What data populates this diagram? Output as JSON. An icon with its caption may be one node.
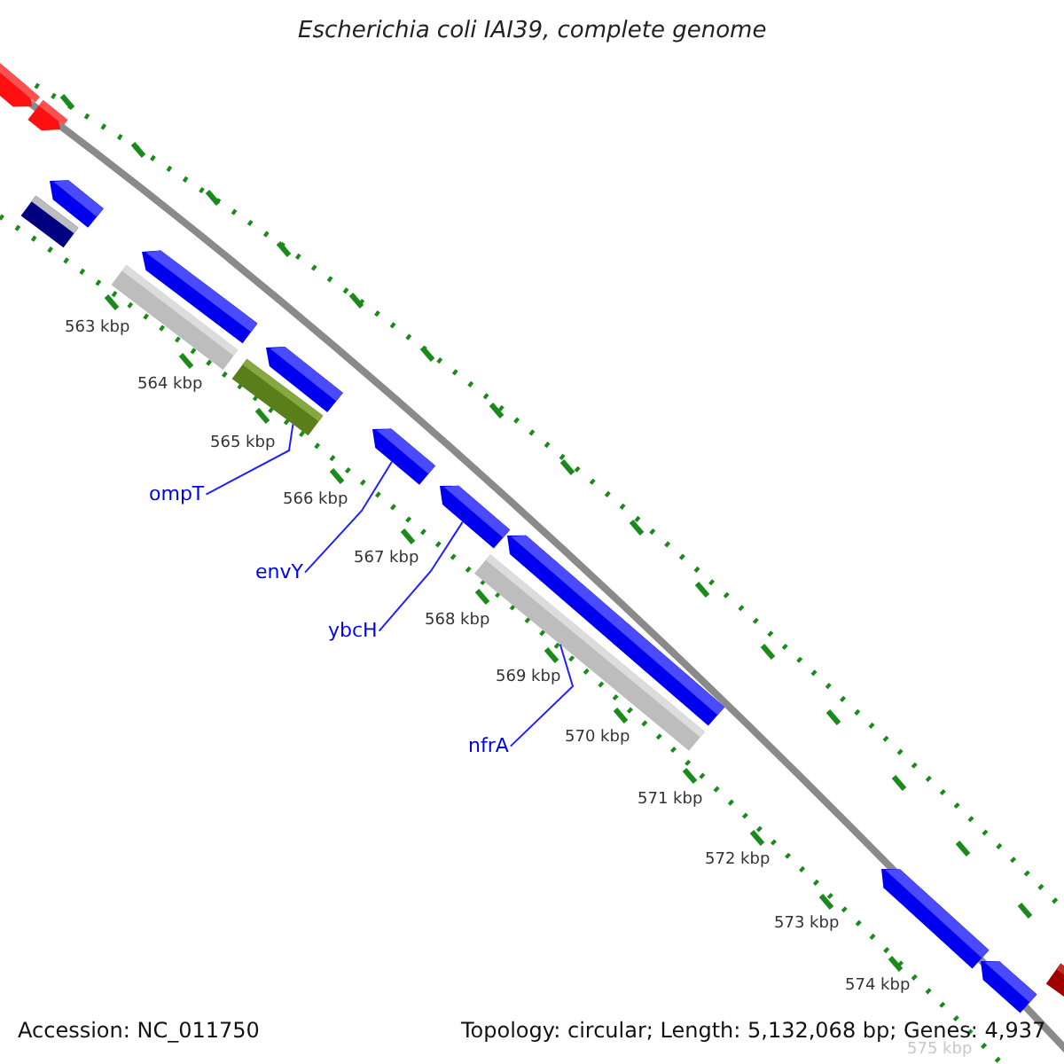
{
  "diagram": {
    "title": "Escherichia coli IAI39, complete genome",
    "nodes": [
      {
        "text": [
          "ompT"
        ]
      },
      {
        "text": [
          "envY"
        ]
      },
      {
        "text": [
          "ybcH"
        ]
      },
      {
        "text": [
          "nfrA"
        ]
      },
      {
        "text": [],
        "shape": "arrow"
      },
      {
        "text": [],
        "shape": "arrow"
      },
      {
        "text": [],
        "shape": "bar"
      },
      {
        "text": [],
        "shape": "arrow"
      },
      {
        "text": [],
        "shape": "bar"
      },
      {
        "text": [],
        "shape": "arrow"
      },
      {
        "text": [],
        "shape": "bar"
      },
      {
        "text": [],
        "shape": "arrow"
      },
      {
        "text": [],
        "shape": "arrow"
      },
      {
        "text": [],
        "shape": "arrow"
      },
      {
        "text": [],
        "shape": "bar"
      },
      {
        "text": [],
        "shape": "arrow"
      },
      {
        "text": [],
        "shape": "arrow"
      },
      {
        "text": [],
        "shape": "arrow"
      },
      {
        "text": [],
        "shape": "bar"
      }
    ],
    "edges": [
      {
        "from": 0,
        "to": 10,
        "arrow": "none"
      },
      {
        "from": 1,
        "to": 12,
        "arrow": "none"
      },
      {
        "from": 2,
        "to": 13,
        "arrow": "none"
      },
      {
        "from": 3,
        "to": 14,
        "arrow": "none"
      }
    ],
    "labels": [
      "563 kbp",
      "564 kbp",
      "565 kbp",
      "566 kbp",
      "567 kbp",
      "568 kbp",
      "569 kbp",
      "570 kbp",
      "571 kbp",
      "572 kbp",
      "573 kbp",
      "574 kbp",
      "575 kbp",
      "Accession: NC_011750",
      "Topology: circular; Length: 5,132,068 bp; Genes: 4,937"
    ]
  }
}
